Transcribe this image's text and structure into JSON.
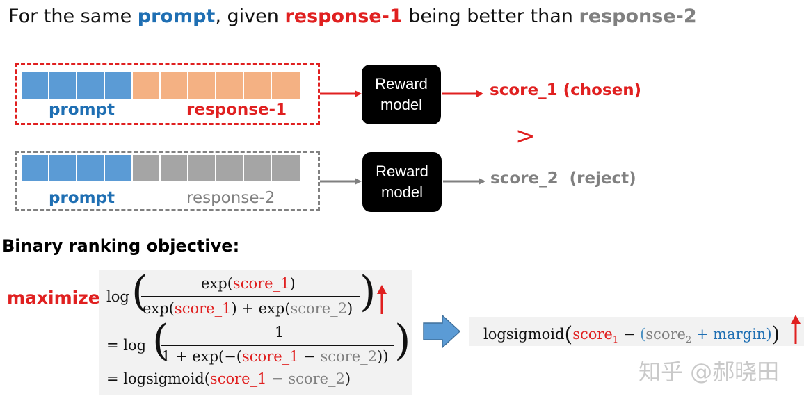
{
  "title": {
    "part1": "For the same ",
    "prompt_word": "prompt",
    "part2": ", given ",
    "response1_word": "response-1",
    "part3": " being better than ",
    "response2_word": "response-2"
  },
  "chosen_row": {
    "prompt_label": "prompt",
    "response_label": "response-1",
    "prompt_tokens": 4,
    "response_tokens": 6,
    "model_label": "Reward\nmodel",
    "score_label": "score_1 (chosen)"
  },
  "rejected_row": {
    "prompt_label": "prompt",
    "response_label": "response-2",
    "prompt_tokens": 4,
    "response_tokens": 6,
    "model_label": "Reward\nmodel",
    "score_label": "score_2  (reject)"
  },
  "comparison_symbol": ">",
  "objective": {
    "heading": "Binary ranking objective:",
    "maximize_label": "maximize",
    "line1": {
      "prefix": "log",
      "num_fn": "exp(",
      "num_arg": "score_1",
      "num_close": ")",
      "den_fn1": "exp(",
      "den_arg1": "score_1",
      "den_mid": ") + exp(",
      "den_arg2": "score_2",
      "den_close": ")"
    },
    "line2": {
      "prefix": "= log",
      "numerator": "1",
      "den_pre": "1 + exp(−(",
      "den_arg1": "score_1",
      "den_minus": " − ",
      "den_arg2": "score_2",
      "den_close": "))"
    },
    "line3": {
      "prefix": "= logsigmoid(",
      "arg1": "score_1",
      "minus": " − ",
      "arg2": "score_2",
      "close": ")"
    },
    "up_arrow": "↑"
  },
  "result": {
    "fn": "logsigmoid",
    "score1": "score",
    "sub1": "1",
    "minus": " − ",
    "score2": "score",
    "sub2": "2",
    "plus": " + ",
    "margin": "margin",
    "up_arrow": "↑"
  },
  "watermark": "知乎 @郝晓田",
  "colors": {
    "prompt_blue": "#5b9bd5",
    "response1_orange": "#f4b183",
    "response2_gray": "#a5a5a5",
    "chosen_red": "#e02020",
    "reject_gray": "#808080",
    "text_blue": "#1f6fb3",
    "arrow_blue": "#5b9bd5"
  }
}
